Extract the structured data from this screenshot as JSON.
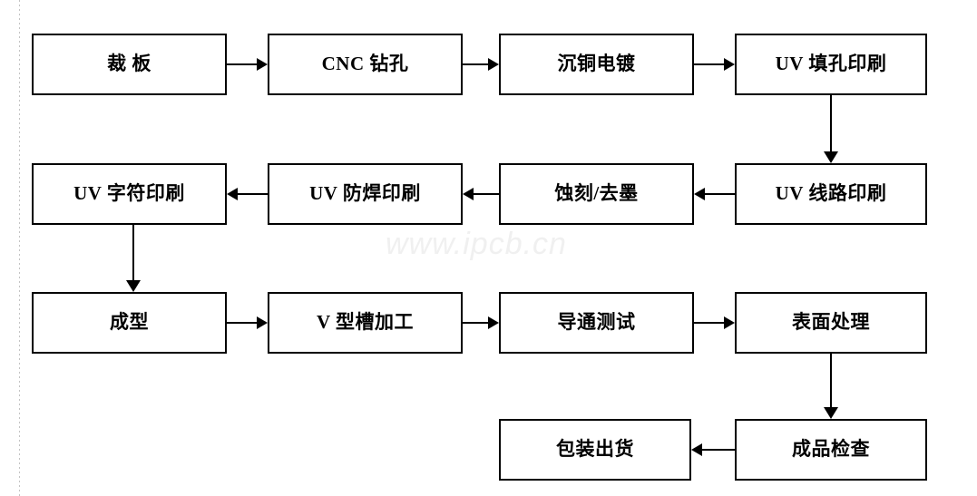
{
  "diagram": {
    "title": "PCB Manufacturing Process Flowchart",
    "watermark": "www.ipcb.cn",
    "stroke_color": "#000000",
    "fill_color": "#ffffff",
    "watermark_color": "#f0f0f0",
    "nodes": [
      {
        "id": "n1",
        "label": "裁    板",
        "row": 1,
        "col": 1
      },
      {
        "id": "n2",
        "label": "CNC 钻孔",
        "row": 1,
        "col": 2
      },
      {
        "id": "n3",
        "label": "沉铜电镀",
        "row": 1,
        "col": 3
      },
      {
        "id": "n4",
        "label": "UV 填孔印刷",
        "row": 1,
        "col": 4
      },
      {
        "id": "n5",
        "label": "UV 线路印刷",
        "row": 2,
        "col": 4
      },
      {
        "id": "n6",
        "label": "蚀刻/去墨",
        "row": 2,
        "col": 3
      },
      {
        "id": "n7",
        "label": "UV 防焊印刷",
        "row": 2,
        "col": 2
      },
      {
        "id": "n8",
        "label": "UV 字符印刷",
        "row": 2,
        "col": 1
      },
      {
        "id": "n9",
        "label": "成型",
        "row": 3,
        "col": 1
      },
      {
        "id": "n10",
        "label": "V 型槽加工",
        "row": 3,
        "col": 2
      },
      {
        "id": "n11",
        "label": "导通测试",
        "row": 3,
        "col": 3
      },
      {
        "id": "n12",
        "label": "表面处理",
        "row": 3,
        "col": 4
      },
      {
        "id": "n13",
        "label": "成品检查",
        "row": 4,
        "col": 4
      },
      {
        "id": "n14",
        "label": "包装出货",
        "row": 4,
        "col": 3
      }
    ],
    "edges": [
      {
        "from": "n1",
        "to": "n2",
        "direction": "right"
      },
      {
        "from": "n2",
        "to": "n3",
        "direction": "right"
      },
      {
        "from": "n3",
        "to": "n4",
        "direction": "right"
      },
      {
        "from": "n4",
        "to": "n5",
        "direction": "down"
      },
      {
        "from": "n5",
        "to": "n6",
        "direction": "left"
      },
      {
        "from": "n6",
        "to": "n7",
        "direction": "left"
      },
      {
        "from": "n7",
        "to": "n8",
        "direction": "left"
      },
      {
        "from": "n8",
        "to": "n9",
        "direction": "down"
      },
      {
        "from": "n9",
        "to": "n10",
        "direction": "right"
      },
      {
        "from": "n10",
        "to": "n11",
        "direction": "right"
      },
      {
        "from": "n11",
        "to": "n12",
        "direction": "right"
      },
      {
        "from": "n12",
        "to": "n13",
        "direction": "down"
      },
      {
        "from": "n13",
        "to": "n14",
        "direction": "left"
      }
    ]
  }
}
